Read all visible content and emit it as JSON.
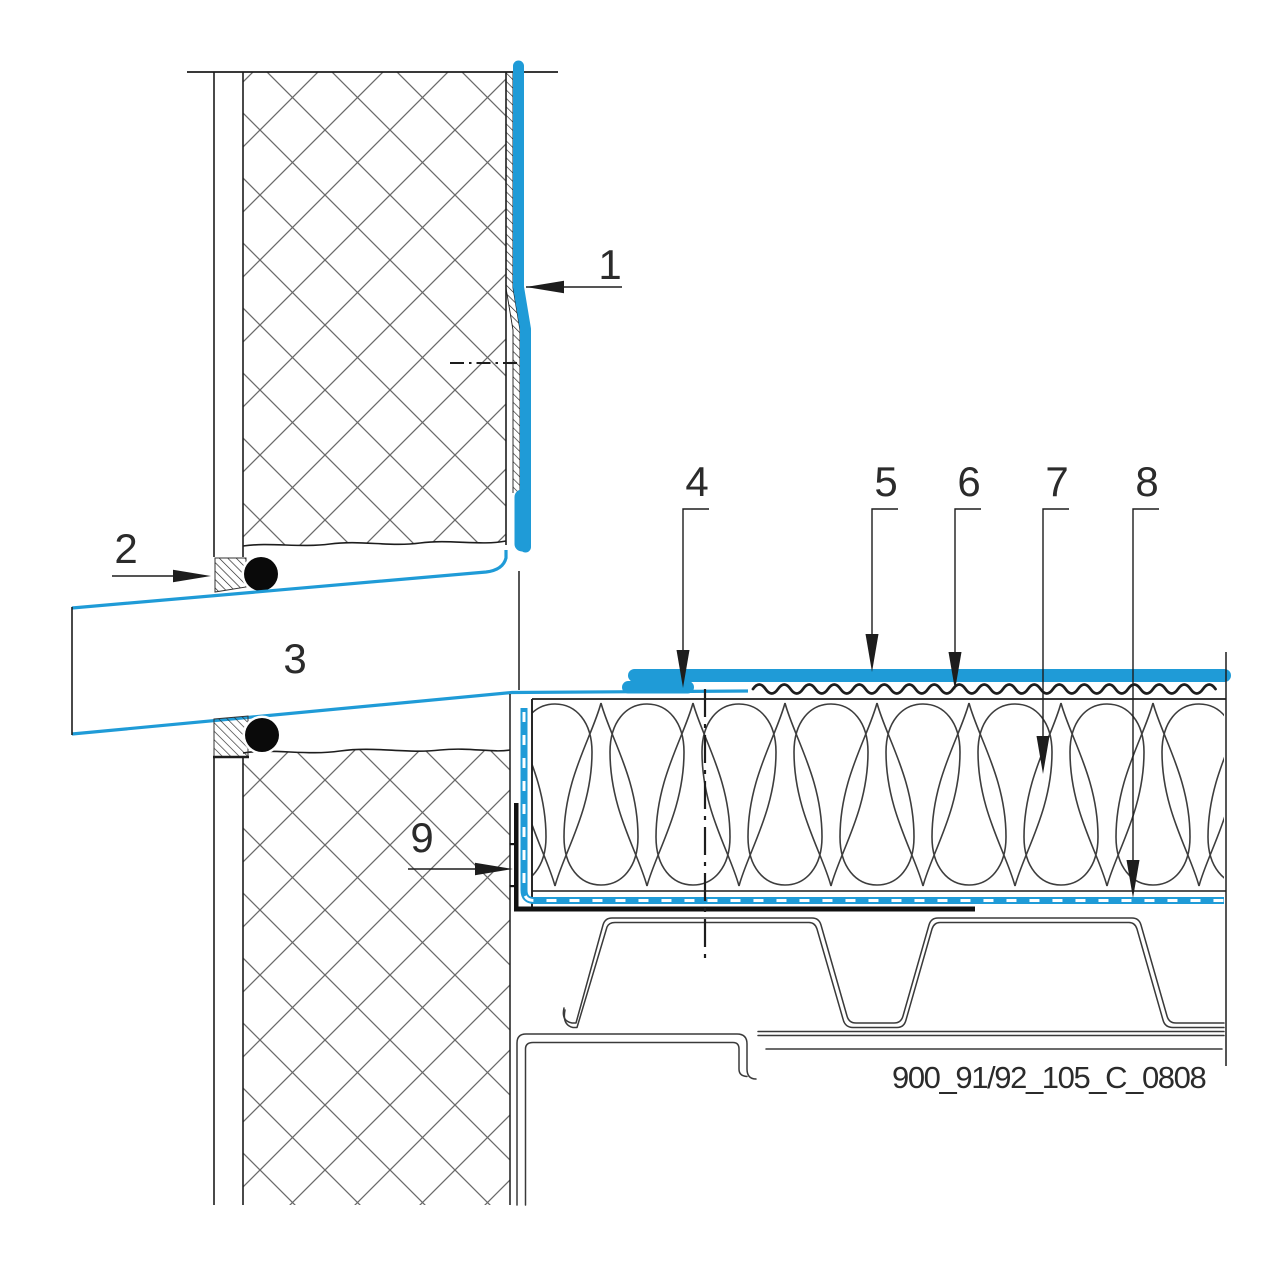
{
  "drawing": {
    "type": "construction-detail-section",
    "reference_code": "900_91/92_105_C_0808",
    "callouts": {
      "c1": "1",
      "c2": "2",
      "c3": "3",
      "c4": "4",
      "c5": "5",
      "c6": "6",
      "c7": "7",
      "c8": "8",
      "c9": "9"
    },
    "colors": {
      "membrane_blue": "#1f9bd7",
      "line_dark": "#1d1d1d",
      "deck_gray": "#3a3a3a",
      "hatch_gray": "#6a6a6a",
      "text_dark": "#2b2b2b"
    }
  }
}
